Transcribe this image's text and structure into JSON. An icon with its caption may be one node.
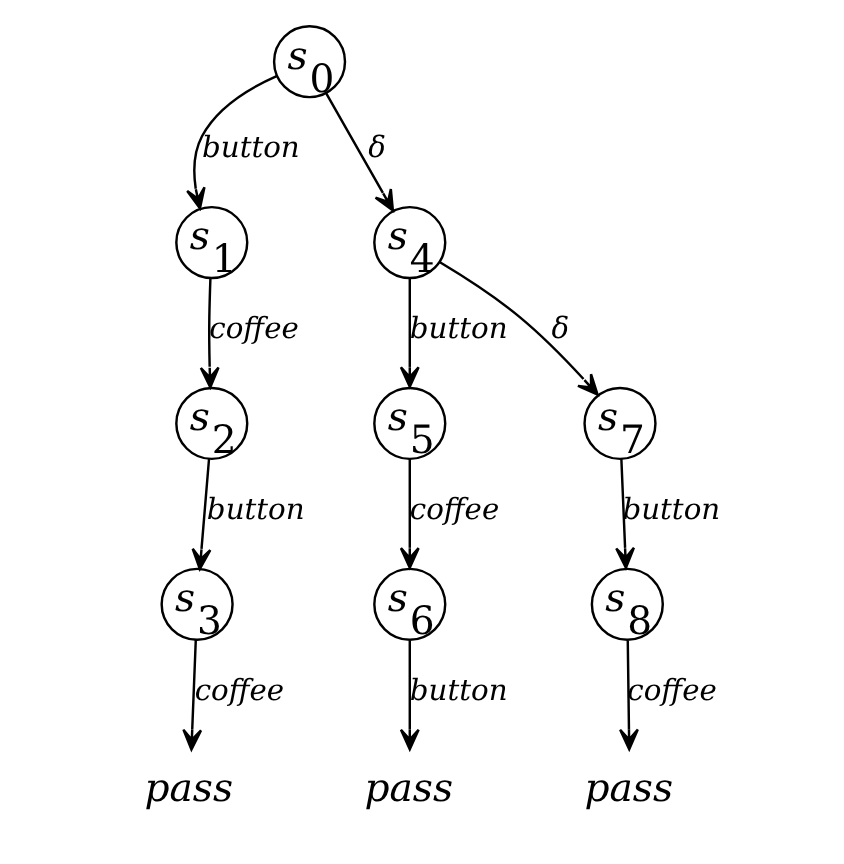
{
  "diagram": {
    "nodes": [
      {
        "text": [
          "s$_{0}$"
        ]
      },
      {
        "text": [
          "s$_{1}$"
        ]
      },
      {
        "text": [
          "s$_{2}$"
        ]
      },
      {
        "text": [
          "s$_{3}$"
        ]
      },
      {
        "text": [
          "s$_{4}$"
        ]
      },
      {
        "text": [
          "s$_{5}$"
        ]
      },
      {
        "text": [
          "s$_{6}$"
        ]
      },
      {
        "text": [
          "s$_{7}$"
        ]
      },
      {
        "text": [
          "s$_{8}$"
        ]
      },
      {
        "text": [
          "pass"
        ]
      },
      {
        "text": [
          "pass"
        ]
      },
      {
        "text": [
          "pass"
        ]
      }
    ],
    "edges": [
      {
        "from": 0,
        "to": 1,
        "arrow": "to",
        "label": "button"
      },
      {
        "from": 0,
        "to": 4,
        "arrow": "to",
        "label": "δ"
      },
      {
        "from": 1,
        "to": 2,
        "arrow": "to",
        "label": "coffee"
      },
      {
        "from": 2,
        "to": 3,
        "arrow": "to",
        "label": "button"
      },
      {
        "from": 3,
        "to": 9,
        "arrow": "to",
        "label": "coffee"
      },
      {
        "from": 4,
        "to": 5,
        "arrow": "to",
        "label": "button"
      },
      {
        "from": 4,
        "to": 7,
        "arrow": "to",
        "label": "δ"
      },
      {
        "from": 5,
        "to": 6,
        "arrow": "to",
        "label": "coffee"
      },
      {
        "from": 6,
        "to": 10,
        "arrow": "to",
        "label": "button"
      },
      {
        "from": 7,
        "to": 8,
        "arrow": "to",
        "label": "button"
      },
      {
        "from": 8,
        "to": 11,
        "arrow": "to",
        "label": "coffee"
      }
    ]
  }
}
